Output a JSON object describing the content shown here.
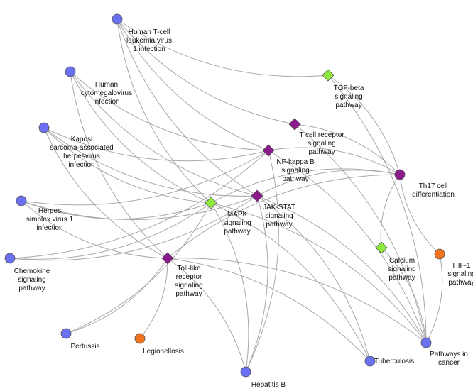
{
  "colors": {
    "circle_blue": "#6b6ff2",
    "circle_purple": "#8b1a8b",
    "circle_orange": "#f07420",
    "diamond_purple": "#8b1a8b",
    "diamond_green": "#8ee83e",
    "edge": "#a8a8a8"
  },
  "nodes": [
    {
      "id": "htlv",
      "shape": "circle",
      "color": "circle_blue",
      "label": [
        "Human T-cell",
        "leukemia virus",
        "1 infection"
      ]
    },
    {
      "id": "hcmv",
      "shape": "circle",
      "color": "circle_blue",
      "label": [
        "Human",
        "cytomegalovirus",
        "infection"
      ]
    },
    {
      "id": "kshv",
      "shape": "circle",
      "color": "circle_blue",
      "label": [
        "Kaposi",
        "sarcoma-associated",
        "herpesvirus",
        "infection"
      ]
    },
    {
      "id": "hsv",
      "shape": "circle",
      "color": "circle_blue",
      "label": [
        "Herpes",
        "simplex virus 1",
        "infection"
      ]
    },
    {
      "id": "chemokine",
      "shape": "circle",
      "color": "circle_blue",
      "label": [
        "Chemokine",
        "signaling",
        "pathway"
      ]
    },
    {
      "id": "pertussis",
      "shape": "circle",
      "color": "circle_blue",
      "label": [
        "Pertussis"
      ]
    },
    {
      "id": "legionellosis",
      "shape": "circle",
      "color": "circle_orange",
      "label": [
        "Legionellosis"
      ]
    },
    {
      "id": "hepb",
      "shape": "circle",
      "color": "circle_blue",
      "label": [
        "Hepatitis B"
      ]
    },
    {
      "id": "tb",
      "shape": "circle",
      "color": "circle_blue",
      "label": [
        "Tuberculosis"
      ]
    },
    {
      "id": "cancer",
      "shape": "circle",
      "color": "circle_blue",
      "label": [
        "Pathways in",
        "cancer"
      ]
    },
    {
      "id": "hif1",
      "shape": "circle",
      "color": "circle_orange",
      "label": [
        "HIF-1",
        "signaling",
        "pathway"
      ]
    },
    {
      "id": "th17",
      "shape": "circle",
      "color": "circle_purple",
      "label": [
        "Th17 cell",
        "differentiation"
      ]
    },
    {
      "id": "tgfb",
      "shape": "diamond",
      "color": "diamond_green",
      "label": [
        "TGF-beta",
        "signaling",
        "pathway"
      ]
    },
    {
      "id": "tcr",
      "shape": "diamond",
      "color": "diamond_purple",
      "label": [
        "T cell receptor",
        "signaling",
        "pathway"
      ]
    },
    {
      "id": "nfkb",
      "shape": "diamond",
      "color": "diamond_purple",
      "label": [
        "NF-kappa B",
        "signaling",
        "pathway"
      ]
    },
    {
      "id": "jakstat",
      "shape": "diamond",
      "color": "diamond_purple",
      "label": [
        "JAK-STAT",
        "signaling",
        "pathway"
      ]
    },
    {
      "id": "mapk",
      "shape": "diamond",
      "color": "diamond_green",
      "label": [
        "MAPK",
        "signaling",
        "pathway"
      ]
    },
    {
      "id": "tlr",
      "shape": "diamond",
      "color": "diamond_purple",
      "label": [
        "Toll-like",
        "receptor",
        "signaling",
        "pathway"
      ]
    },
    {
      "id": "calcium",
      "shape": "diamond",
      "color": "diamond_green",
      "label": [
        "Calcium",
        "signaling",
        "pathway"
      ]
    }
  ],
  "edges": [
    [
      "htlv",
      "nfkb"
    ],
    [
      "htlv",
      "jakstat"
    ],
    [
      "htlv",
      "mapk"
    ],
    [
      "htlv",
      "tgfb"
    ],
    [
      "htlv",
      "tcr"
    ],
    [
      "hcmv",
      "nfkb"
    ],
    [
      "hcmv",
      "jakstat"
    ],
    [
      "hcmv",
      "mapk"
    ],
    [
      "hcmv",
      "tlr"
    ],
    [
      "kshv",
      "nfkb"
    ],
    [
      "kshv",
      "jakstat"
    ],
    [
      "kshv",
      "mapk"
    ],
    [
      "kshv",
      "tlr"
    ],
    [
      "hsv",
      "nfkb"
    ],
    [
      "hsv",
      "jakstat"
    ],
    [
      "hsv",
      "mapk"
    ],
    [
      "hsv",
      "tlr"
    ],
    [
      "chemokine",
      "mapk"
    ],
    [
      "chemokine",
      "jakstat"
    ],
    [
      "chemokine",
      "nfkb"
    ],
    [
      "pertussis",
      "mapk"
    ],
    [
      "pertussis",
      "tlr"
    ],
    [
      "legionellosis",
      "tlr"
    ],
    [
      "hepb",
      "tlr"
    ],
    [
      "hepb",
      "mapk"
    ],
    [
      "hepb",
      "nfkb"
    ],
    [
      "hepb",
      "jakstat"
    ],
    [
      "tb",
      "tlr"
    ],
    [
      "tb",
      "mapk"
    ],
    [
      "tb",
      "jakstat"
    ],
    [
      "cancer",
      "tgfb"
    ],
    [
      "cancer",
      "tcr"
    ],
    [
      "cancer",
      "nfkb"
    ],
    [
      "cancer",
      "jakstat"
    ],
    [
      "cancer",
      "mapk"
    ],
    [
      "cancer",
      "calcium"
    ],
    [
      "cancer",
      "hif1"
    ],
    [
      "cancer",
      "tlr"
    ],
    [
      "th17",
      "tgfb"
    ],
    [
      "th17",
      "tcr"
    ],
    [
      "th17",
      "nfkb"
    ],
    [
      "th17",
      "jakstat"
    ],
    [
      "th17",
      "mapk"
    ],
    [
      "th17",
      "hif1"
    ],
    [
      "th17",
      "calcium"
    ],
    [
      "th17",
      "tlr"
    ]
  ]
}
